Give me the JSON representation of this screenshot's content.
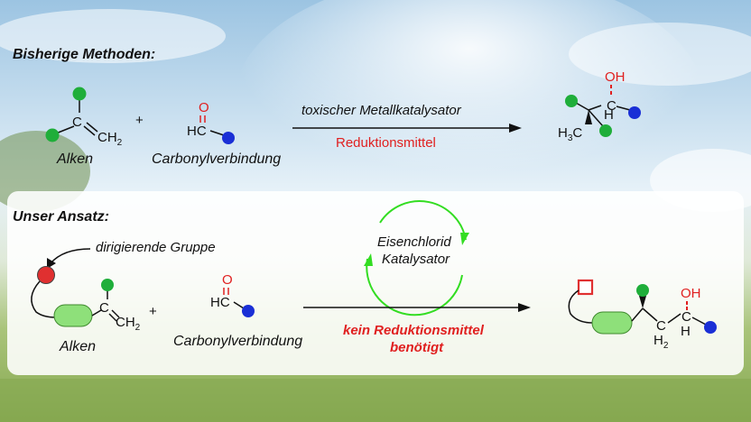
{
  "top": {
    "heading": "Bisherige Methoden:",
    "alkene_label": "Alken",
    "carbonyl_label": "Carbonylverbindung",
    "plus": "+",
    "arrow_top": "toxischer Metallkatalysator",
    "arrow_bottom": "Reduktionsmittel",
    "alkene_atoms": {
      "c": "C",
      "ch2": "CH",
      "sub2": "2"
    },
    "carbonyl_atoms": {
      "o": "O",
      "hc": "H",
      "c": "C"
    },
    "product_atoms": {
      "oh": "OH",
      "c": "C",
      "h": "H",
      "h3c": "H",
      "sub3": "3",
      "c2": "C"
    }
  },
  "bottom": {
    "heading": "Unser Ansatz:",
    "directing_group": "dirigierende Gruppe",
    "alkene_label": "Alken",
    "carbonyl_label": "Carbonylverbindung",
    "plus": "+",
    "catalyst_line1": "Eisenchlorid",
    "catalyst_line2": "Katalysator",
    "no_reductant_line1": "kein Reduktionsmittel",
    "no_reductant_line2": "benötigt",
    "alkene_atoms": {
      "c": "C",
      "ch2": "CH",
      "sub2": "2"
    },
    "carbonyl_atoms": {
      "o": "O",
      "hc": "H",
      "c": "C"
    },
    "product_atoms": {
      "oh": "OH",
      "c": "C",
      "h": "H",
      "c2": "C",
      "h2": "H",
      "sub2": "2"
    }
  },
  "colors": {
    "substituent_green": "#1fae3a",
    "substituent_blue": "#1a2fd6",
    "oxygen_red": "#e02020",
    "directing_red": "#e03030",
    "pill_green": "#8ee07a",
    "cycle_green": "#33dd22",
    "sky_top": "#9fc6e3",
    "grass": "#8fb25a"
  },
  "icons": {
    "cycle": "catalytic-cycle-arrows-icon",
    "curved_arrow": "curved-arrow-icon"
  }
}
